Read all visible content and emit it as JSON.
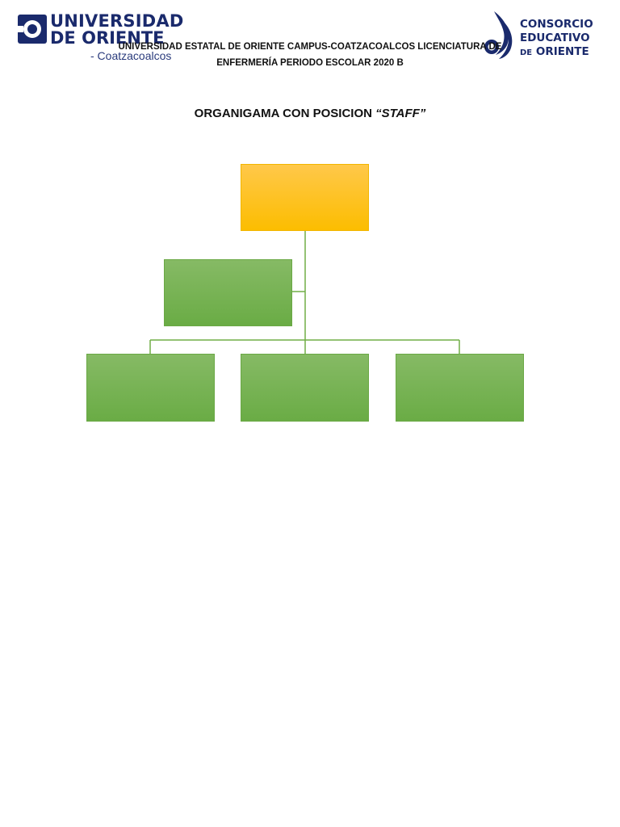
{
  "logo_left": {
    "line1": "UNIVERSIDAD",
    "line2": "DE ORIENTE",
    "line3": "- Coatzacoalcos",
    "icon": "universidad-de-oriente-logo-icon"
  },
  "logo_right": {
    "line1": "CONSORCIO",
    "line2": "EDUCATIVO",
    "line3_prefix": "DE",
    "line3_main": "ORIENTE",
    "icon": "consorcio-educativo-logo-icon"
  },
  "header": {
    "line1": "UNIVERSIDAD ESTATAL DE ORIENTE CAMPUS-COATZACOALCOS LICENCIATURA DE",
    "line2": "ENFERMERÍA PERIODO ESCOLAR 2020 B"
  },
  "title": {
    "main": "ORGANIGAMA CON POSICION ",
    "emphasis": "“STAFF”"
  },
  "colors": {
    "top_box": "#fcbd00",
    "staff_box": "#70ad47",
    "sub_box": "#70ad47",
    "connector": "#70ad47",
    "brand": "#1a2a6c"
  },
  "org_chart": {
    "top": {
      "label": ""
    },
    "staff": {
      "label": ""
    },
    "subordinates": [
      {
        "label": ""
      },
      {
        "label": ""
      },
      {
        "label": ""
      }
    ]
  }
}
